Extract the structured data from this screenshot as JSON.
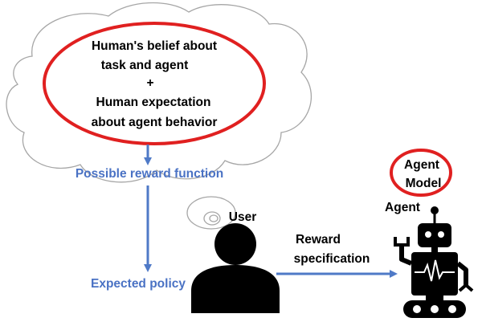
{
  "thought_cloud": {
    "belief_line1": "Human's belief about",
    "belief_line2": "task and agent",
    "plus": "+",
    "expectation_line1": "Human expectation",
    "expectation_line2": "about agent behavior"
  },
  "labels": {
    "possible_reward_function": "Possible reward function",
    "expected_policy": "Expected policy",
    "user": "User",
    "reward_line1": "Reward",
    "reward_line2": "specification",
    "agent": "Agent",
    "agent_model_line1": "Agent",
    "agent_model_line2": "Model"
  },
  "colors": {
    "highlight_ellipse": "#e02020",
    "arrow_blue": "#4f7ac7",
    "label_blue": "#4a72c4",
    "cloud_outline": "#a6a6a6",
    "silhouette": "#000000"
  },
  "icons": [
    "thought-cloud-icon",
    "user-silhouette-icon",
    "robot-agent-icon"
  ]
}
